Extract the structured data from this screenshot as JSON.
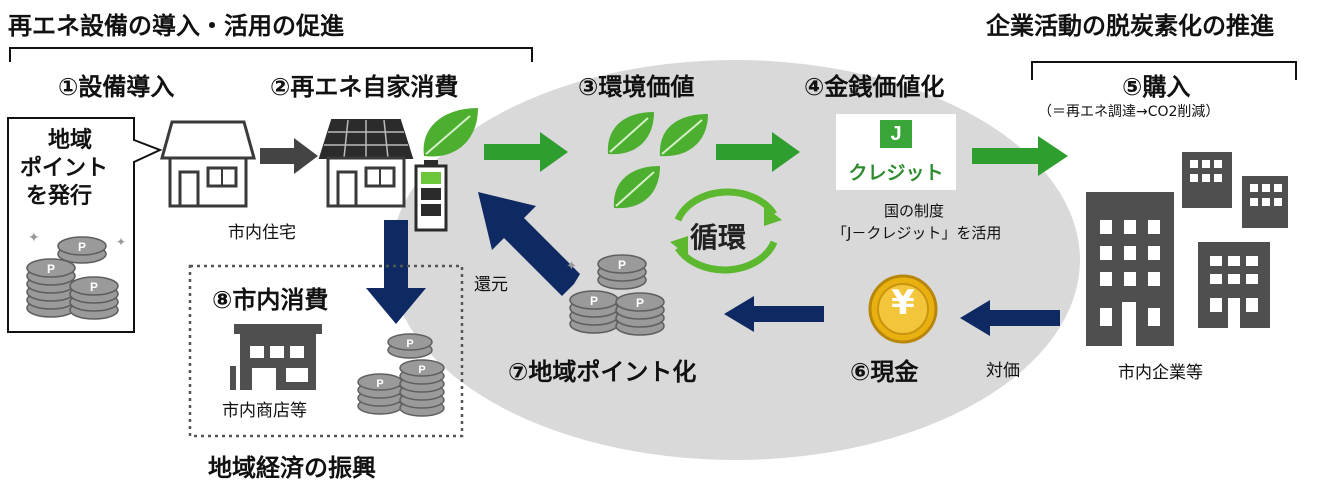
{
  "header": {
    "left_title": "再エネ設備の導入・活用の促進",
    "right_title": "企業活動の脱炭素化の推進"
  },
  "steps": {
    "s1": "①設備導入",
    "s2": "②再エネ自家消費",
    "s3": "③環境価値",
    "s4": "④金銭価値化",
    "s5": "⑤購入",
    "s5_note": "（＝再エネ調達→CO2削減）",
    "s6": "⑥現金",
    "s7": "⑦地域ポイント化",
    "s8": "⑧市内消費"
  },
  "callout": {
    "line1": "地域",
    "line2": "ポイント",
    "line3": "を発行"
  },
  "labels": {
    "house": "市内住宅",
    "shops": "市内商店等",
    "companies": "市内企業等",
    "j_credit_line1": "国の制度",
    "j_credit_line2": "「J－クレジット」を活用",
    "return": "還元",
    "compensation": "対価",
    "cycle": "循環",
    "footer": "地域経済の振興"
  },
  "jcredit_logo": {
    "letter": "J",
    "text": "クレジット"
  },
  "coin_mark": "P",
  "yen_mark": "¥",
  "colors": {
    "green_arrow": "#2e9e2e",
    "navy_arrow": "#0f2a63",
    "ellipse": "#d9d9d9",
    "leaf": "#4caf2f",
    "building": "#5a5a5a"
  }
}
